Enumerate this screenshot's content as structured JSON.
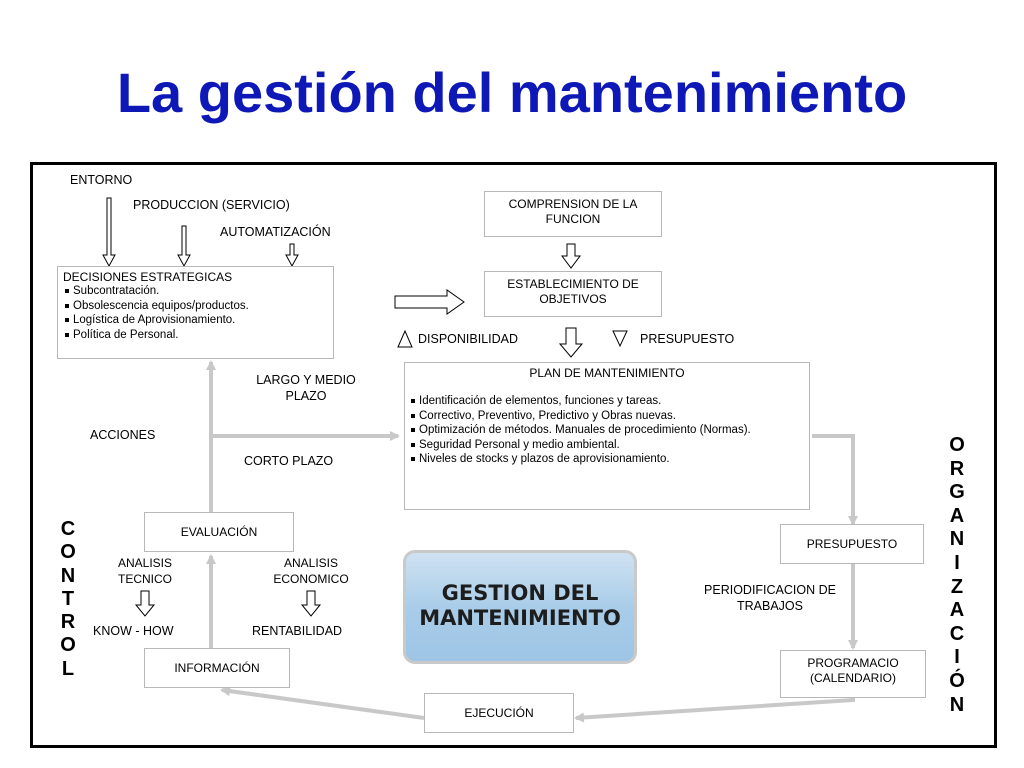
{
  "title": "La gestión del mantenimiento",
  "entorno": {
    "entorno": "ENTORNO",
    "produccion": "PRODUCCION (SERVICIO)",
    "automatizacion": "AUTOMATIZACIÓN"
  },
  "decisiones": {
    "title": "DECISIONES ESTRATEGICAS",
    "items": [
      "Subcontratación.",
      "Obsolescencia equipos/productos.",
      "Logística de Aprovisionamiento.",
      "Política de Personal."
    ]
  },
  "comprension": "COMPRENSION DE LA FUNCION",
  "establecimiento": "ESTABLECIMIENTO DE OBJETIVOS",
  "disponibilidad": "DISPONIBILIDAD",
  "presupuesto_label": "PRESUPUESTO",
  "plan": {
    "title": "PLAN DE MANTENIMIENTO",
    "items": [
      "Identificación de elementos, funciones y tareas.",
      "Correctivo, Preventivo, Predictivo y Obras nuevas.",
      "Optimización de métodos. Manuales de procedimiento (Normas).",
      "Seguridad Personal y medio ambiental.",
      "Niveles de stocks y plazos de aprovisionamiento."
    ]
  },
  "largo_plazo": "LARGO Y MEDIO PLAZO",
  "acciones": "ACCIONES",
  "corto_plazo": "CORTO PLAZO",
  "evaluacion": "EVALUACIÓN",
  "analisis_tecnico": "ANALISIS TECNICO",
  "analisis_economico": "ANALISIS ECONOMICO",
  "know_how": "KNOW - HOW",
  "rentabilidad": "RENTABILIDAD",
  "informacion": "INFORMACIÓN",
  "gestion": "GESTION DEL MANTENIMIENTO",
  "presupuesto_box": "PRESUPUESTO",
  "periodificacion": "PERIODIFICACION DE TRABAJOS",
  "programacion": "PROGRAMACIO (CALENDARIO)",
  "ejecucion": "EJECUCIÓN",
  "control_letters": [
    "C",
    "O",
    "N",
    "T",
    "R",
    "O",
    "L"
  ],
  "organizacion_letters": [
    "O",
    "R",
    "G",
    "A",
    "N",
    "I",
    "Z",
    "A",
    "C",
    "I",
    "Ó",
    "N"
  ],
  "colors": {
    "title": "#0d18b6",
    "gestion_fill": "#a9cde9",
    "arrow_gray": "#c8c8c8"
  }
}
